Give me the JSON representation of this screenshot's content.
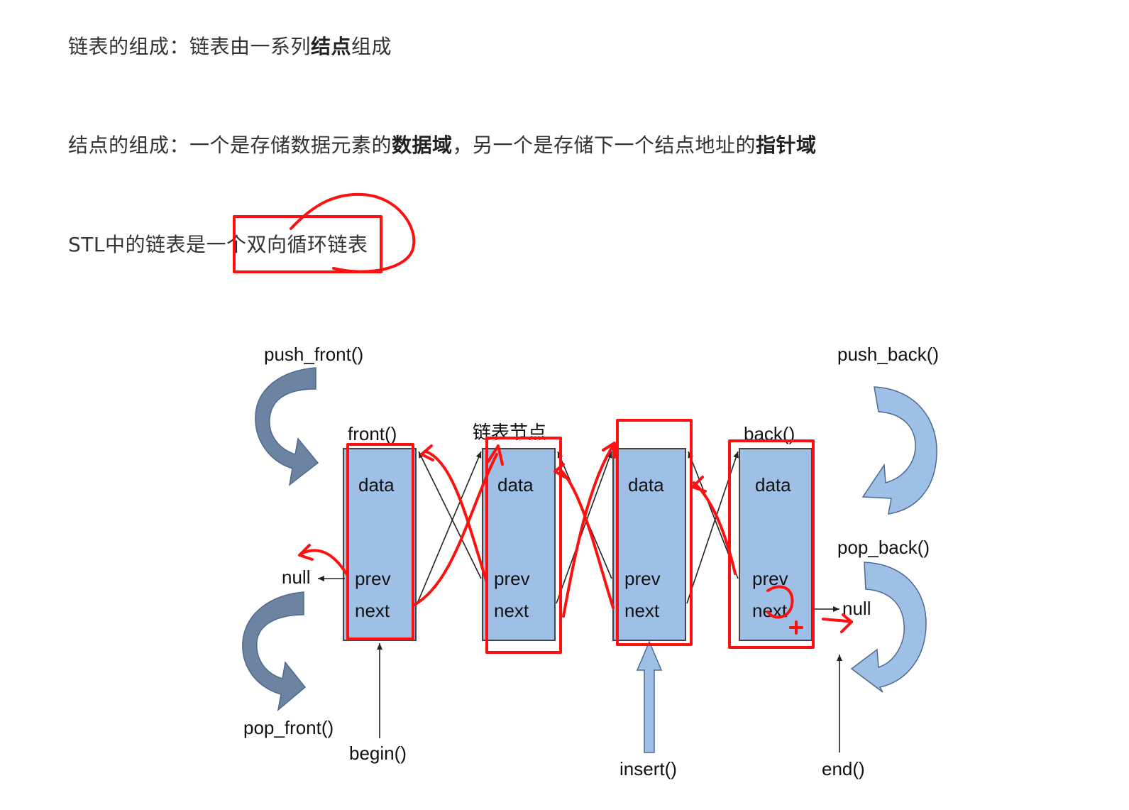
{
  "text": {
    "line1_pre": "链表的组成：链表由一系列",
    "line1_bold": "结点",
    "line1_post": "组成",
    "line2_pre": "结点的组成：一个是存储数据元素的",
    "line2_bold1": "数据域",
    "line2_mid": "，另一个是存储下一个结点地址的",
    "line2_bold2": "指针域",
    "line3": "STL中的链表是一个双向循环链表"
  },
  "diagram": {
    "labels": {
      "push_front": "push_front()",
      "push_back": "push_back()",
      "pop_front": "pop_front()",
      "pop_back": "pop_back()",
      "front": "front()",
      "back": "back()",
      "node_caption": "链表节点",
      "null_left": "null",
      "null_right": "null",
      "begin": "begin()",
      "insert": "insert()",
      "end": "end()"
    },
    "nodes": [
      {
        "data": "data",
        "prev": "prev",
        "next": "next"
      },
      {
        "data": "data",
        "prev": "prev",
        "next": "next"
      },
      {
        "data": "data",
        "prev": "prev",
        "next": "next"
      },
      {
        "data": "data",
        "prev": "prev",
        "next": "next"
      }
    ],
    "colors": {
      "node_fill": "#9fc0e6",
      "annotation": "#ff1010"
    }
  }
}
